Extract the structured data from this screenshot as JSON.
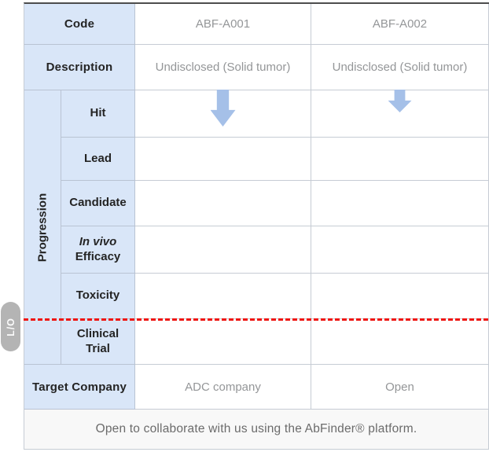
{
  "table": {
    "row_labels": {
      "code": "Code",
      "description": "Description",
      "progression": "Progression",
      "target_company": "Target Company"
    },
    "stages": [
      {
        "line1": "Hit",
        "line2": ""
      },
      {
        "line1": "Lead",
        "line2": ""
      },
      {
        "line1": "Candidate",
        "line2": ""
      },
      {
        "line1": "In vivo",
        "line2": "Efficacy"
      },
      {
        "line1": "Toxicity",
        "line2": ""
      },
      {
        "line1": "Clinical",
        "line2": "Trial"
      }
    ],
    "programs": [
      {
        "code": "ABF-A001",
        "description": "Undisclosed (Solid tumor)",
        "target_company": "ADC company",
        "progress_stage": "Hit",
        "arrow_size": "large"
      },
      {
        "code": "ABF-A002",
        "description": "Undisclosed (Solid tumor)",
        "target_company": "Open",
        "progress_stage": "Hit",
        "arrow_size": "small"
      }
    ]
  },
  "lo_badge": "L/O",
  "footer": "Open to collaborate with us using the AbFinder® platform.",
  "colors": {
    "header_fill": "#d9e6f8",
    "arrow_blue": "#a5c0e8",
    "lo_line_red": "#ee1410",
    "lo_pill_gray": "#b4b4b4",
    "value_text": "#949698",
    "label_text": "#242424"
  }
}
